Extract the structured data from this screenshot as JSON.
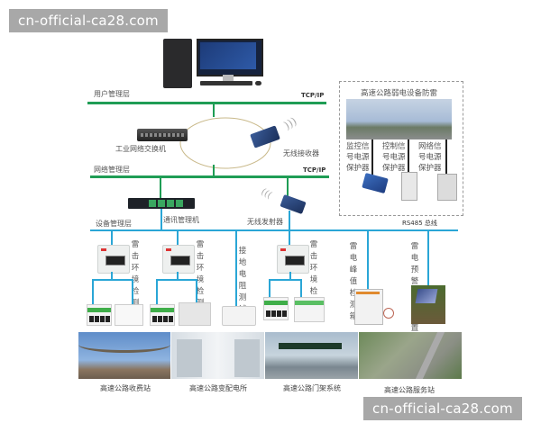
{
  "watermarks": {
    "top": "cn-official-ca28.com",
    "bottom": "cn-official-ca28.com"
  },
  "layers": {
    "user": {
      "label": "用户管理层",
      "protocol": "TCP/IP"
    },
    "network": {
      "label": "网络管理层",
      "protocol": "TCP/IP"
    },
    "device": {
      "label": "设备管理层",
      "protocol": "RS485 总线"
    }
  },
  "nodes": {
    "workstation": "computer-workstation",
    "industrial_switch": "工业网络交换机",
    "wireless_receiver": "无线接收器",
    "comm_manager": "通讯管理机",
    "wireless_transmitter": "无线发射器"
  },
  "devices": [
    {
      "label": "雷击环境检测器"
    },
    {
      "label": "雷击环境检测器"
    },
    {
      "label": "接地电阻测试仪"
    },
    {
      "label": "雷击环境检测器"
    },
    {
      "label": "雷电峰值检测箱"
    },
    {
      "label": "雷电预警监测装置"
    }
  ],
  "inset": {
    "title": "高速公路弱电设备防雷",
    "protectors": [
      {
        "label": "监控信号电源保护器"
      },
      {
        "label": "控制信号电源保护器"
      },
      {
        "label": "网络信号电源保护器"
      }
    ]
  },
  "sites": [
    {
      "caption": "高速公路收费站"
    },
    {
      "caption": "高速公路变配电所"
    },
    {
      "caption": "高速公路门架系统"
    },
    {
      "caption": "高速公路服务站"
    }
  ],
  "colors": {
    "tcp_line": "#1f9d55",
    "rs485_line": "#2aa6d6",
    "watermark_bg": "#a8a8a8"
  }
}
